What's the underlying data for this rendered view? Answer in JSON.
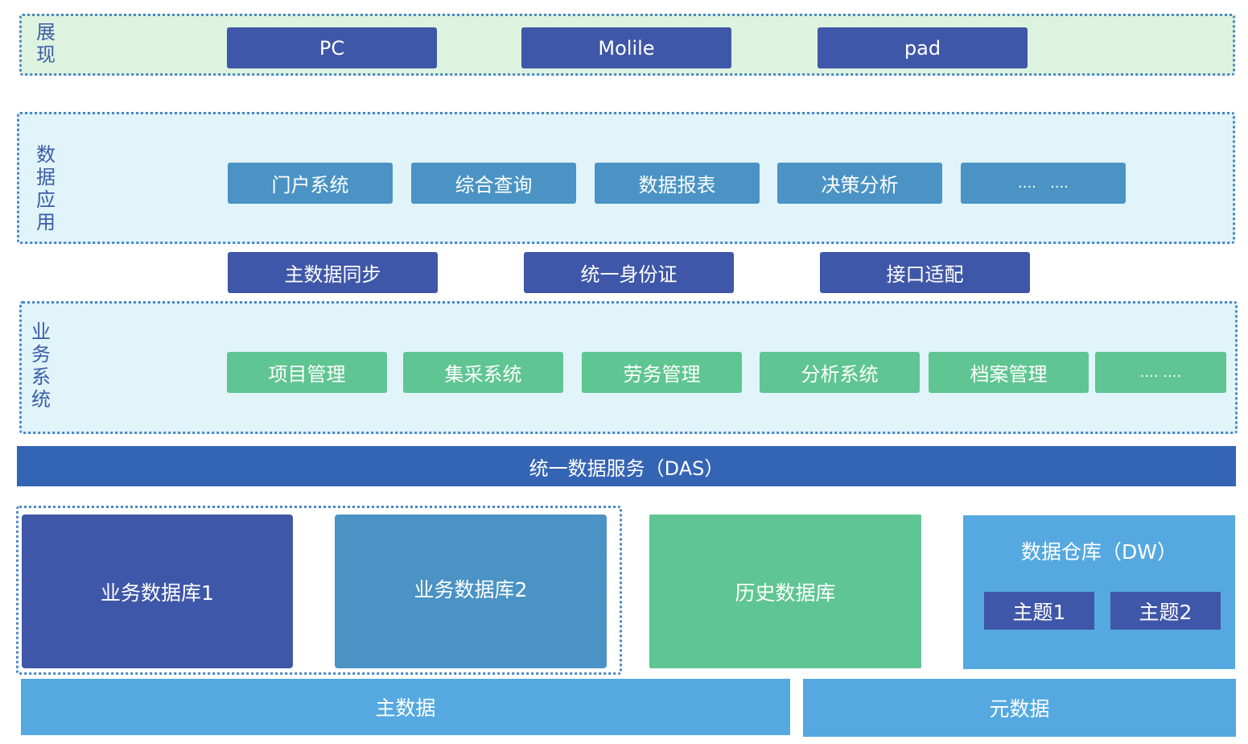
{
  "presentation": {
    "label": "展\n现",
    "items": [
      "PC",
      "Molile",
      "pad"
    ]
  },
  "data_app": {
    "label": "数\n据\n应\n用",
    "items": [
      "门户系统",
      "综合查询",
      "数据报表",
      "决策分析",
      "....   ...."
    ]
  },
  "middleware": {
    "items": [
      "主数据同步",
      "统一身份证",
      "接口适配"
    ]
  },
  "business": {
    "label": "业\n务\n系\n统",
    "items": [
      "项目管理",
      "集采系统",
      "劳务管理",
      "分析系统",
      "档案管理",
      ".... ...."
    ]
  },
  "das": {
    "label": "统一数据服务（DAS）"
  },
  "storage": {
    "biz_db1": "业务数据库1",
    "biz_db2": "业务数据库2",
    "history_db": "历史数据库",
    "dw": {
      "title": "数据仓库（DW）",
      "topics": [
        "主题1",
        "主题2"
      ]
    }
  },
  "foundation": {
    "master": "主数据",
    "meta": "元数据"
  },
  "colors": {
    "dark_blue": "#3f57a8",
    "mid_blue": "#4a93c4",
    "green": "#5fc592",
    "das_blue": "#3464b4",
    "sky_blue": "#55a9e0",
    "presentation_bg": "#def3df",
    "layer_bg": "#e0f4fa",
    "dotted_border": "#4a86c5"
  }
}
